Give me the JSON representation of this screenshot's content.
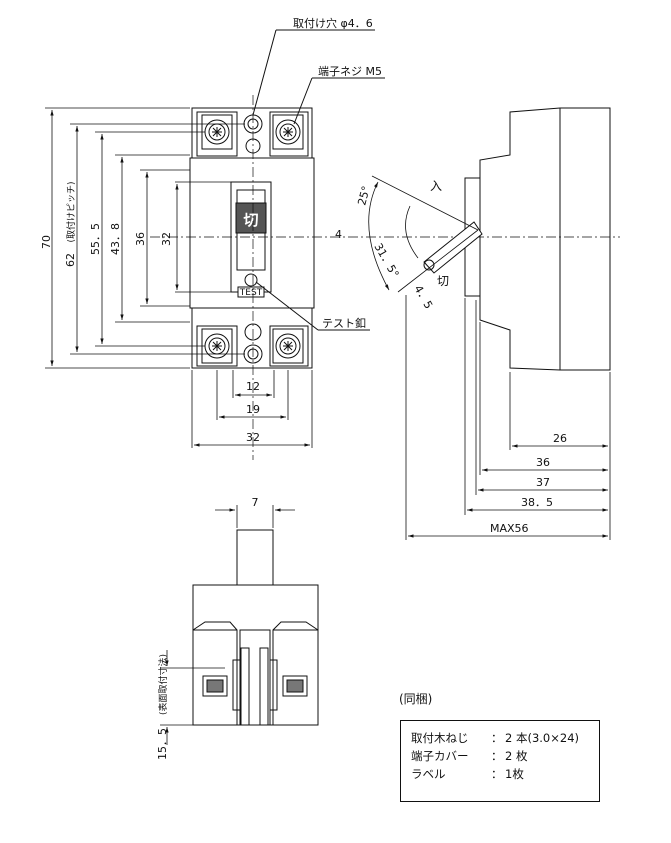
{
  "labels": {
    "mount_hole": "取付け穴 φ4．6",
    "terminal_screw": "端子ネジ M5",
    "test_button": "テスト釦",
    "on": "入",
    "off": "切",
    "handle_char": "切",
    "test_text": "TEST",
    "mount_pitch": "(取付けピッチ)",
    "panel_thickness": "(表面取付寸法)"
  },
  "dimensions": {
    "d70": "70",
    "d62": "62",
    "d55_5": "55．5",
    "d43_8": "43．8",
    "d36v": "36",
    "d32v": "32",
    "d12": "12",
    "d19": "19",
    "d32h": "32",
    "d26": "26",
    "d36h": "36",
    "d37": "37",
    "d38_5": "38．5",
    "max56": "MAX56",
    "a25": "25°",
    "a31_5": "31．5°",
    "d4": "4",
    "d4_5": "4．5",
    "d7": "7",
    "d15_5": "15．5"
  },
  "package": {
    "title": "(同梱)",
    "items": [
      {
        "name": "取付木ねじ",
        "sep": "：",
        "value": "2 本(3.0×24)"
      },
      {
        "name": "端子カバー",
        "sep": "：",
        "value": "2 枚"
      },
      {
        "name": "ラベル",
        "sep": "：",
        "value": "1枚"
      }
    ]
  }
}
